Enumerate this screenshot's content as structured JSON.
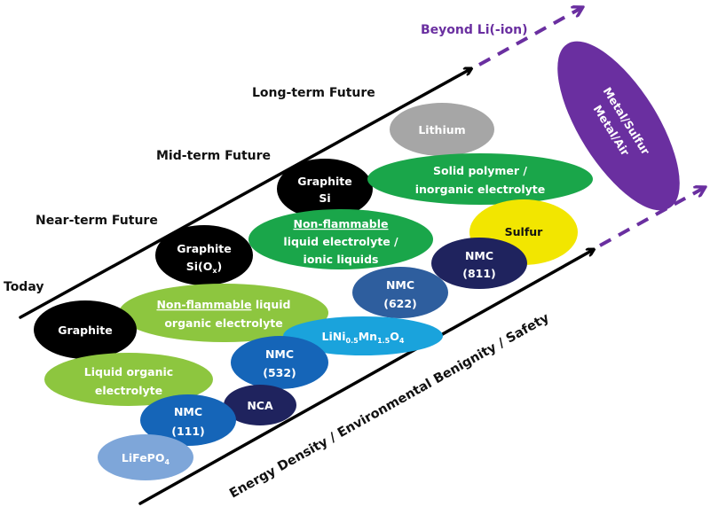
{
  "eras": {
    "today": "Today",
    "near_term": "Near-term Future",
    "mid_term": "Mid-term Future",
    "long_term": "Long-term Future",
    "beyond": "Beyond Li(-ion)"
  },
  "axis_label": "Energy Density / Environmental Benignity / Safety",
  "colors": {
    "black": "#000000",
    "light_green": "#8dc63f",
    "green": "#1aa64a",
    "gray": "#a6a6a6",
    "yellow": "#f2e600",
    "purple": "#6a2fa0",
    "navy": "#1f235e",
    "steel_blue": "#2e5e9e",
    "mid_blue": "#1565b8",
    "cyan": "#1aa3dc",
    "light_blue": "#7ea6d9"
  },
  "ellipses": {
    "graphite_today": {
      "lines": [
        "Graphite"
      ]
    },
    "nonflam_liquid_organic": {
      "underlined": "Non-flammable",
      "rest": " liquid",
      "line2": "organic electrolyte"
    },
    "liquid_organic": {
      "lines": [
        "Liquid organic",
        "electrolyte"
      ]
    },
    "lifepo4": {
      "base": "LiFePO",
      "sub": "4"
    },
    "nmc111": {
      "lines": [
        "NMC",
        "(111)"
      ]
    },
    "nca": {
      "lines": [
        "NCA"
      ]
    },
    "nmc532": {
      "lines": [
        "NMC",
        "(532)"
      ]
    },
    "lnmo": {
      "p1": "LiNi",
      "s1": "0.5",
      "p2": "Mn",
      "s2": "1.5",
      "p3": "O",
      "s3": "4"
    },
    "nmc622": {
      "lines": [
        "NMC",
        "(622)"
      ]
    },
    "nmc811": {
      "lines": [
        "NMC",
        "(811)"
      ]
    },
    "graphite_siox": {
      "line1": "Graphite",
      "base": "Si(O",
      "sub": "x",
      "close": ")"
    },
    "nonflam_ionic": {
      "underlined": "Non-flammable",
      "line2": "liquid electrolyte /",
      "line3": "ionic liquids"
    },
    "graphite_si": {
      "lines": [
        "Graphite",
        "Si"
      ]
    },
    "solid_polymer": {
      "lines": [
        "Solid polymer /",
        "inorganic electrolyte"
      ]
    },
    "lithium": {
      "lines": [
        "Lithium"
      ]
    },
    "sulfur": {
      "lines": [
        "Sulfur"
      ]
    },
    "metal": {
      "lines": [
        "Metal/Sulfur",
        "Metal/Air"
      ]
    }
  }
}
